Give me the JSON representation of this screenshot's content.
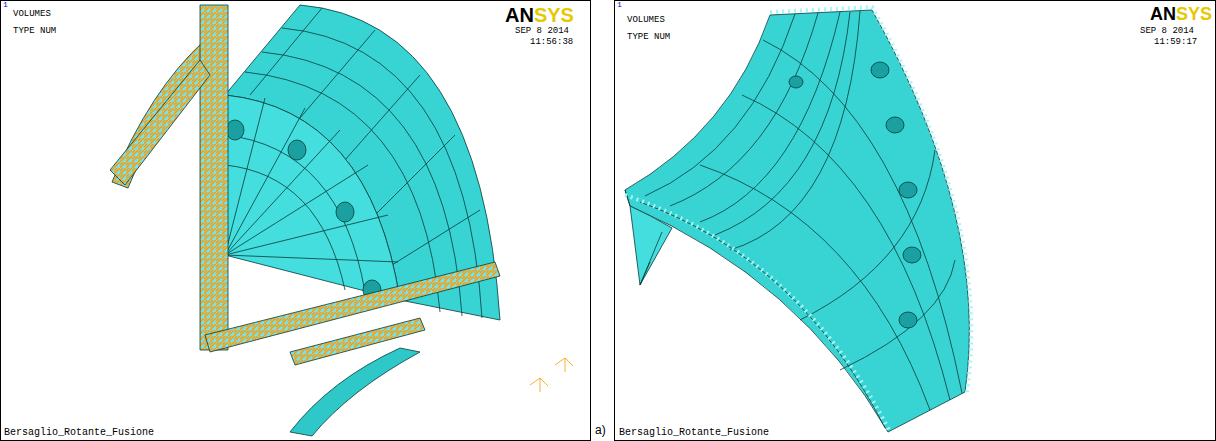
{
  "diagram": {
    "labels": [
      "1",
      "VOLUMES",
      "TYPE NUM",
      "AN",
      "SYS",
      "SEP 8 2014",
      "11:56:38",
      "Bersaglio_Rotante_Fusione",
      "a)",
      "1",
      "VOLUMES",
      "TYPE NUM",
      "AN",
      "SYS",
      "SEP 8 2014",
      "11:59:17",
      "Bersaglio_Rotante_Fusione"
    ]
  }
}
